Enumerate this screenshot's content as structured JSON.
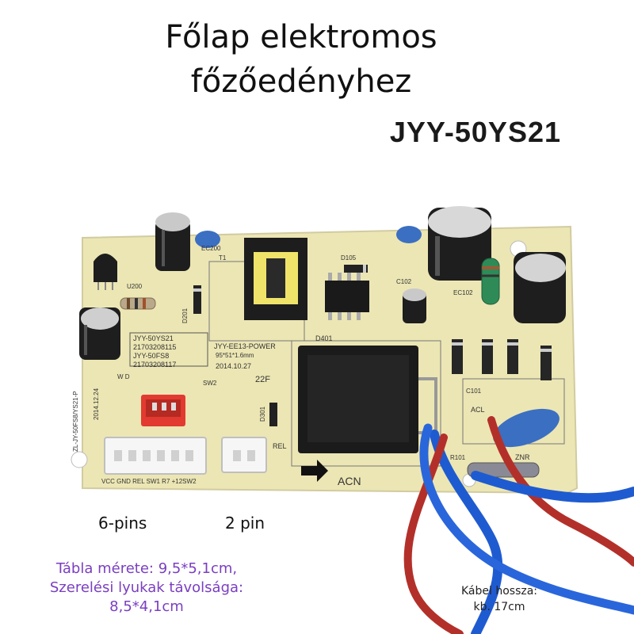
{
  "title": {
    "line1": "Főlap elektromos",
    "line2": "főzőedényhez"
  },
  "model": "JYY-50YS21",
  "connectors": {
    "six_pin": "6-pins",
    "two_pin": "2 pin"
  },
  "board_info": {
    "size_line1": "Tábla mérete: 9,5*5,1cm,",
    "size_line2": "Szerelési lyukak távolsága:",
    "size_line3": "8,5*4,1cm"
  },
  "cable": {
    "line1": "Kábel hossza:",
    "line2": "kb. 17cm"
  },
  "silkscreen": {
    "board_id_1": "JYY-50YS21",
    "board_id_2": "21703208115",
    "board_id_3": "JYY-50FS8",
    "board_id_4": "21703208117",
    "power": "JYY-EE13-POWER",
    "power_dims": "95*51*1.6mm",
    "power_date": "2014.10.27",
    "side_text": "ZL-JY-50FS8/YS21-P",
    "side_date": "2014.12.24",
    "acn": "ACN",
    "acl": "ACL",
    "znr": "ZNR",
    "rel": "REL",
    "d401": "D401",
    "c101": "C101",
    "r101": "R101",
    "ec200": "EC200",
    "t1": "T1",
    "u200": "U200",
    "d201": "D201",
    "d301": "D301",
    "d105": "D105",
    "c102": "C102",
    "ec102": "EC102",
    "label_22f": "22F",
    "sw2": "SW2",
    "wd": "W D",
    "pin_labels": "VCC GND REL SW1 R7 +12SW2"
  },
  "colors": {
    "board": "#ece6b4",
    "relay": "#1b1b1b",
    "connector_red": "#e23a30",
    "wire_blue": "#1f5bd0",
    "wire_red": "#b3302a",
    "capacitor_blue": "#3b6fc2",
    "purple_text": "#7a3fc0"
  }
}
